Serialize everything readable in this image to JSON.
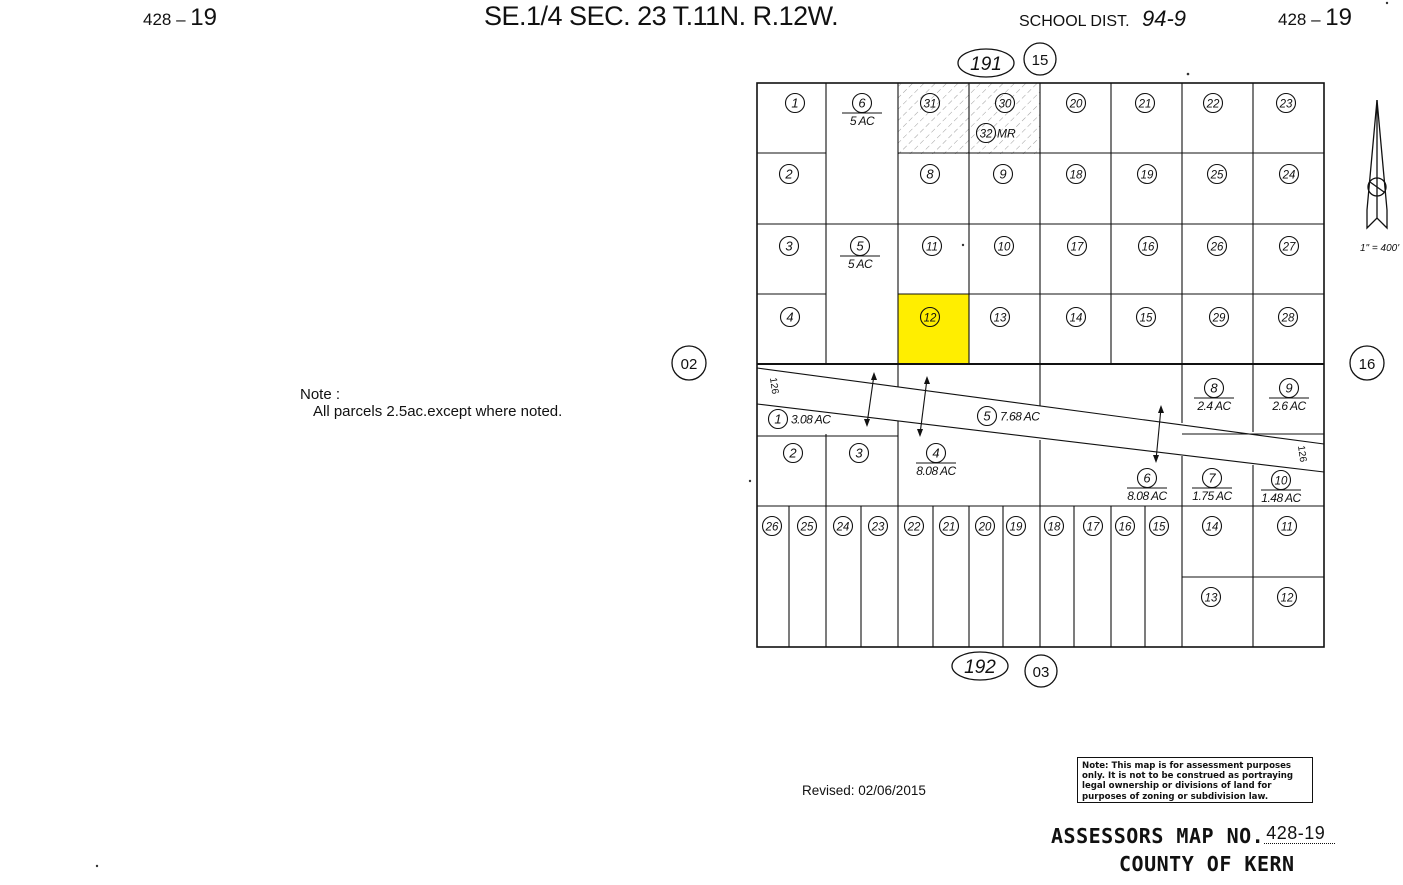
{
  "header": {
    "map_id_left": "428",
    "map_id_left_sheet": "19",
    "title": "SE.1/4 SEC. 23 T.11N. R.12W.",
    "school_dist_label": "SCHOOL DIST.",
    "school_dist_value": "94-9",
    "map_id_right": "428",
    "map_id_right_sheet": "19"
  },
  "note": {
    "label": "Note :",
    "text": "All parcels 2.5ac.except where noted."
  },
  "adjacent_maps": {
    "top_book": "191",
    "top_page": "15",
    "left_page": "02",
    "right_page": "16",
    "bottom_book": "192",
    "bottom_page": "03"
  },
  "scale": "1\" = 400'",
  "road_label": "126",
  "highlighted_parcel": "12",
  "highlight_color": "#ffee00",
  "parcels_upper": [
    {
      "num": "1"
    },
    {
      "num": "6",
      "area": "5 AC"
    },
    {
      "num": "31"
    },
    {
      "num": "30"
    },
    {
      "num": "32",
      "suffix": "MR"
    },
    {
      "num": "20"
    },
    {
      "num": "21"
    },
    {
      "num": "22"
    },
    {
      "num": "23"
    },
    {
      "num": "2"
    },
    {
      "num": "8"
    },
    {
      "num": "9"
    },
    {
      "num": "18"
    },
    {
      "num": "19"
    },
    {
      "num": "25"
    },
    {
      "num": "24"
    },
    {
      "num": "3"
    },
    {
      "num": "5",
      "area": "5 AC"
    },
    {
      "num": "11"
    },
    {
      "num": "10"
    },
    {
      "num": "17"
    },
    {
      "num": "16"
    },
    {
      "num": "26"
    },
    {
      "num": "27"
    },
    {
      "num": "4"
    },
    {
      "num": "12"
    },
    {
      "num": "13"
    },
    {
      "num": "14"
    },
    {
      "num": "15"
    },
    {
      "num": "29"
    },
    {
      "num": "28"
    }
  ],
  "parcels_lower": [
    {
      "num": "1",
      "area": "3.08 AC"
    },
    {
      "num": "5",
      "area": "7.68 AC"
    },
    {
      "num": "8",
      "area": "2.4 AC"
    },
    {
      "num": "9",
      "area": "2.6 AC"
    },
    {
      "num": "2"
    },
    {
      "num": "3"
    },
    {
      "num": "4",
      "area": "8.08 AC"
    },
    {
      "num": "6",
      "area": "8.08 AC"
    },
    {
      "num": "7",
      "area": "1.75 AC"
    },
    {
      "num": "10",
      "area": "1.48 AC"
    },
    {
      "num": "26"
    },
    {
      "num": "25"
    },
    {
      "num": "24"
    },
    {
      "num": "23"
    },
    {
      "num": "22"
    },
    {
      "num": "21"
    },
    {
      "num": "20"
    },
    {
      "num": "19"
    },
    {
      "num": "18"
    },
    {
      "num": "17"
    },
    {
      "num": "16"
    },
    {
      "num": "15"
    },
    {
      "num": "14"
    },
    {
      "num": "11"
    },
    {
      "num": "13"
    },
    {
      "num": "12"
    }
  ],
  "revised": "Revised:  02/06/2015",
  "disclaimer": "Note: This map is for assessment purposes only. It is not to be construed as portraying legal ownership or divisions of land for purposes of zoning or subdivision law.",
  "footer": {
    "map_no_label": "ASSESSORS MAP NO.",
    "map_no_value": "428-19",
    "county": "COUNTY OF KERN"
  }
}
